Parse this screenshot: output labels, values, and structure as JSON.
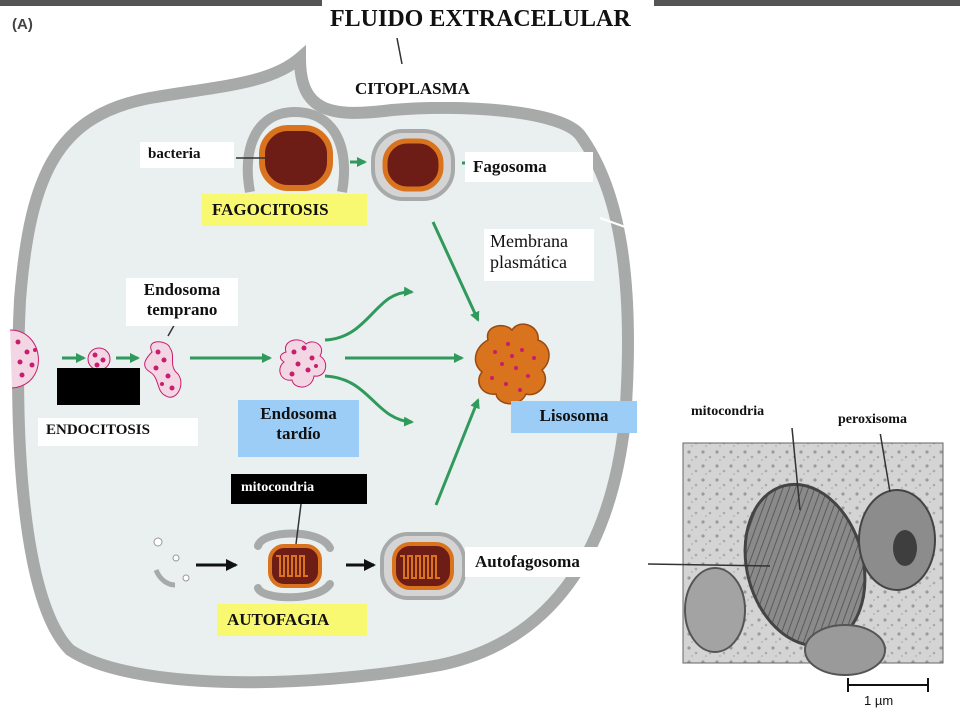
{
  "panel_letter": "(A)",
  "labels": {
    "extracellular_fluid": "FLUIDO EXTRACELULAR",
    "cytoplasm": "CITOPLASMA",
    "bacteria": "bacteria",
    "phagosome": "Fagosoma",
    "phagocytosis": "FAGOCITOSIS",
    "plasma_membrane_line1": "Membrana",
    "plasma_membrane_line2": "plasmática",
    "early_endosome_line1": "Endosoma",
    "early_endosome_line2": "temprano",
    "endocytosis": "ENDOCITOSIS",
    "late_endosome_line1": "Endosoma",
    "late_endosome_line2": "tardío",
    "lysosome": "Lisosoma",
    "mitochondria_cell": "mitocondria",
    "autophagosome": "Autofagosoma",
    "autophagy": "AUTOFAGIA",
    "mitochondria_micrograph": "mitocondria",
    "peroxisome": "peroxisoma",
    "scale_bar": "1 µm"
  },
  "colors": {
    "cell_fill": "#eaf0ef",
    "cell_border": "#a7aaa8",
    "arrow_green": "#2f9a5c",
    "bacteria_fill": "#6e1c16",
    "orange": "#d9731e",
    "endosome_pink": "#c81d6e",
    "label_yellow": "#f9f871",
    "label_blue": "#9ccdf7"
  }
}
